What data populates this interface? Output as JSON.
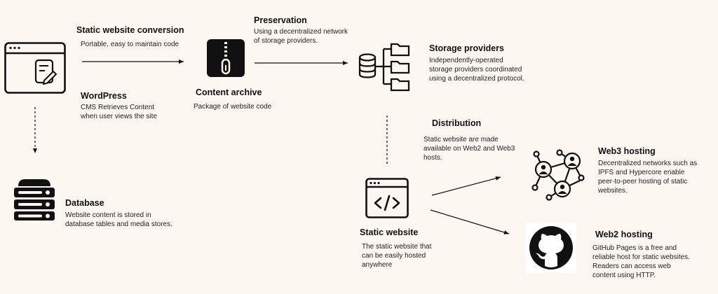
{
  "nodes": {
    "wordpress": {
      "title": "WordPress",
      "desc": [
        "CMS Retrieves Content",
        "when user views the site"
      ]
    },
    "database": {
      "title": "Database",
      "desc": [
        "Website content is stored in",
        "database tables and media stores."
      ]
    },
    "conversion": {
      "title": "Static website conversion",
      "desc": [
        "Portable, easy to maintain code"
      ]
    },
    "archive": {
      "title": "Content archive",
      "desc": [
        "Package of website code"
      ]
    },
    "preservation": {
      "title": "Preservation",
      "desc": [
        "Using a decentralized network",
        "of storage providers."
      ]
    },
    "storage": {
      "title": "Storage providers",
      "desc": [
        "Independently-operated",
        "storage providers coordinated",
        "using a decentralized protocol."
      ]
    },
    "distribution": {
      "title": "Distribution",
      "desc": [
        "Static website are made",
        "available on Web2 and Web3",
        "hosts."
      ]
    },
    "static": {
      "title": "Static website",
      "desc": [
        "The static website that",
        "can be easily hosted",
        "anywhere"
      ]
    },
    "web3": {
      "title": "Web3 hosting",
      "desc": [
        "Decentralized networks such as",
        "IPFS and Hypercore enable",
        "peer-to-peer hosting of static",
        "websites."
      ]
    },
    "web2": {
      "title": "Web2 hosting",
      "desc": [
        "GitHub Pages is a free and",
        "reliable host for static websites.",
        "Readers can access web",
        "content using HTTP."
      ]
    }
  },
  "icons": {
    "wordpress": "browser-window-edit-icon",
    "database": "database-server-icon",
    "archive": "zip-archive-icon",
    "storage": "database-folders-icon",
    "static": "code-window-icon",
    "web3": "peer-network-icon",
    "web2": "github-icon"
  },
  "colors": {
    "background": "#fdf7f2",
    "ink": "#111111",
    "archive_icon_bg": "#111111",
    "github_bg": "#ffffff"
  }
}
